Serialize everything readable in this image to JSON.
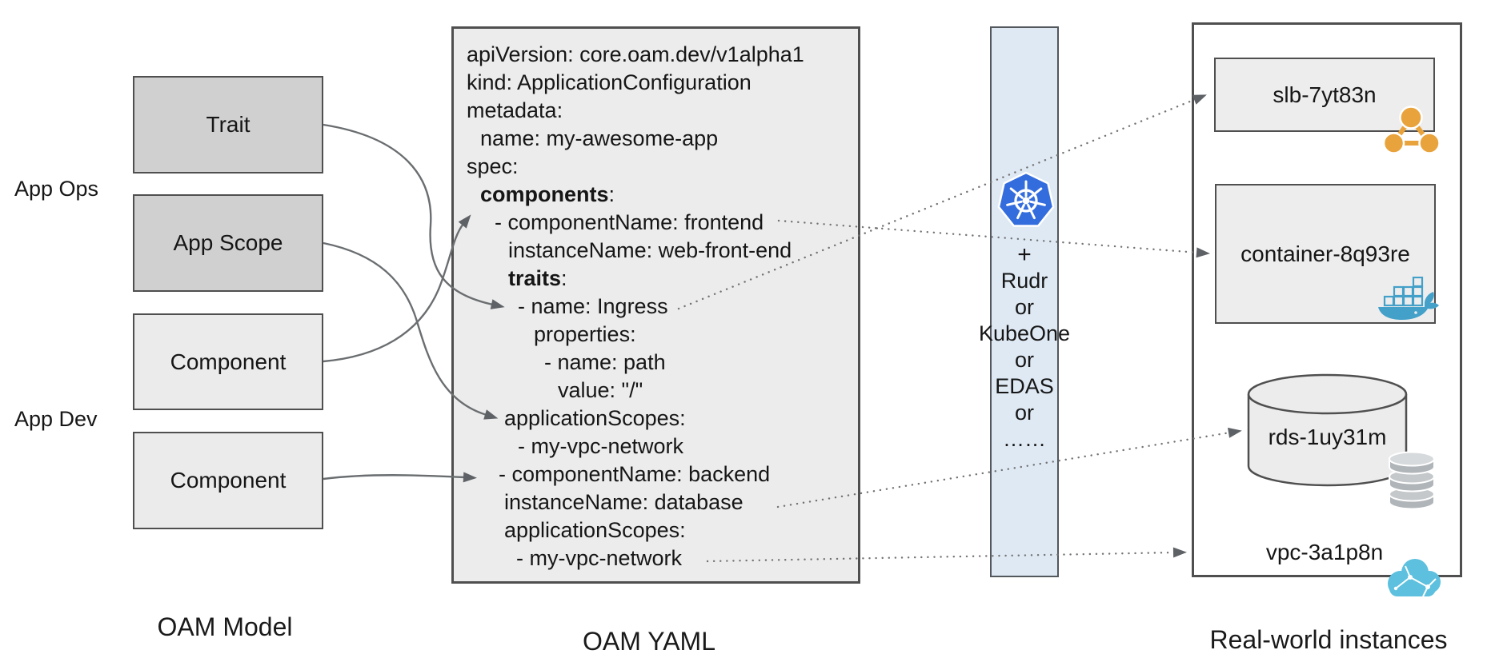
{
  "diagram": {
    "left_panel": {
      "caption": "OAM Model",
      "role_labels": [
        {
          "text": "App Ops"
        },
        {
          "text": "App Dev"
        }
      ],
      "boxes": [
        {
          "label": "Trait"
        },
        {
          "label": "App Scope"
        },
        {
          "label": "Component"
        },
        {
          "label": "Component"
        }
      ]
    },
    "yaml_panel": {
      "caption": "OAM YAML",
      "lines": [
        {
          "indent": 0,
          "segments": [
            {
              "text": "apiVersion: core.oam.dev/v1alpha1"
            }
          ]
        },
        {
          "indent": 0,
          "segments": [
            {
              "text": "kind: ApplicationConfiguration"
            }
          ]
        },
        {
          "indent": 0,
          "segments": [
            {
              "text": "metadata:"
            }
          ]
        },
        {
          "indent": 17,
          "segments": [
            {
              "text": "name: my-awesome-app"
            }
          ]
        },
        {
          "indent": 0,
          "segments": [
            {
              "text": "spec:"
            }
          ]
        },
        {
          "indent": 17,
          "segments": [
            {
              "text": "components",
              "bold": true
            },
            {
              "text": ":"
            }
          ]
        },
        {
          "indent": 35,
          "segments": [
            {
              "text": "- componentName: frontend"
            }
          ]
        },
        {
          "indent": 52,
          "segments": [
            {
              "text": "instanceName: web-front-end"
            }
          ]
        },
        {
          "indent": 52,
          "segments": [
            {
              "text": "traits",
              "bold": true
            },
            {
              "text": ":"
            }
          ]
        },
        {
          "indent": 64,
          "segments": [
            {
              "text": "- name: Ingress"
            }
          ]
        },
        {
          "indent": 84,
          "segments": [
            {
              "text": "properties:"
            }
          ]
        },
        {
          "indent": 97,
          "segments": [
            {
              "text": "- name: path"
            }
          ]
        },
        {
          "indent": 114,
          "segments": [
            {
              "text": "value: \"/\""
            }
          ]
        },
        {
          "indent": 47,
          "segments": [
            {
              "text": "applicationScopes:"
            }
          ]
        },
        {
          "indent": 64,
          "segments": [
            {
              "text": "- my-vpc-network"
            }
          ]
        },
        {
          "indent": 40,
          "segments": [
            {
              "text": "- componentName: backend"
            }
          ]
        },
        {
          "indent": 47,
          "segments": [
            {
              "text": "instanceName: database"
            }
          ]
        },
        {
          "indent": 47,
          "segments": [
            {
              "text": "applicationScopes:"
            }
          ]
        },
        {
          "indent": 62,
          "segments": [
            {
              "text": "- my-vpc-network"
            }
          ]
        }
      ]
    },
    "platform_bar": {
      "icon": "kubernetes-icon",
      "lines": [
        "+",
        "Rudr",
        "or",
        "KubeOne",
        "or",
        "EDAS",
        "or",
        "……"
      ]
    },
    "instances_panel": {
      "caption": "Real-world instances",
      "items": [
        {
          "label": "slb-7yt83n",
          "icon": "load-balancer-icon"
        },
        {
          "label": "container-8q93re",
          "icon": "docker-whale-icon"
        },
        {
          "label": "rds-1uy31m",
          "icon": "database-stack-icon"
        },
        {
          "label": "vpc-3a1p8n",
          "icon": "cloud-network-icon"
        }
      ]
    },
    "colors": {
      "ops_box_fill": "#d0d0d0",
      "dev_box_fill": "#ebebeb",
      "yaml_box_fill": "#ececec",
      "bar_fill": "#dfe9f4",
      "kubernetes_blue": "#336ddd",
      "load_balancer_orange": "#e9a33c",
      "docker_blue": "#43a0c9",
      "cloud_blue": "#5cc0de",
      "database_gray": "#b0b5b9",
      "connector_gray": "#6a6e70"
    }
  }
}
